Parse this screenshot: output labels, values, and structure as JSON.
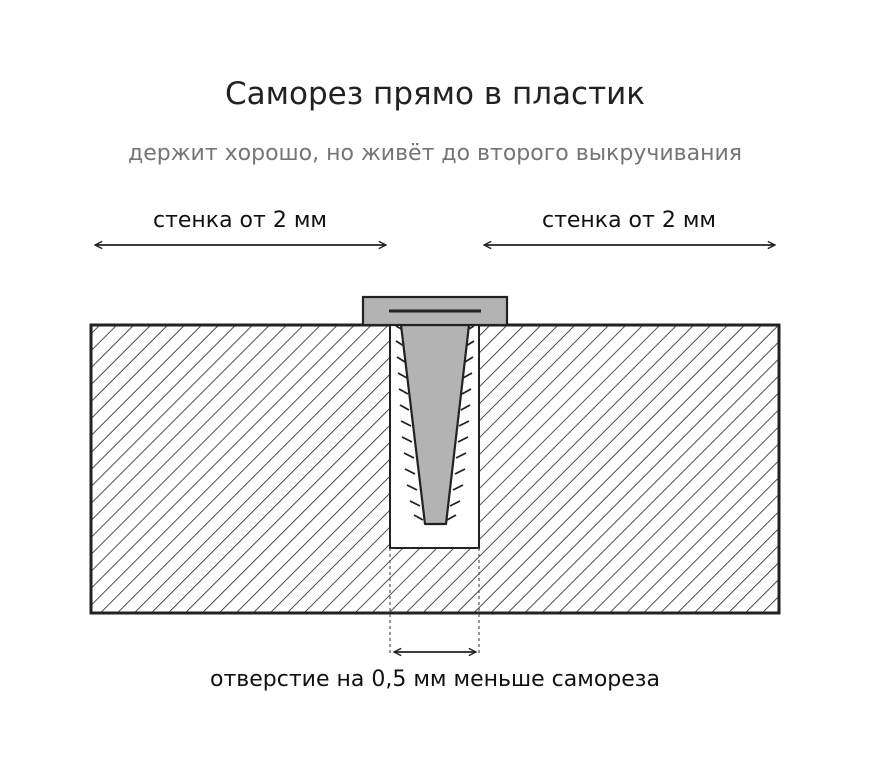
{
  "title": "Саморез прямо в пластик",
  "subtitle": "держит хорошо, но живёт до второго выкручивания",
  "dimensions": {
    "left_wall_label": "стенка от 2 мм",
    "right_wall_label": "стенка от 2 мм",
    "hole_label": "отверстие на 0,5 мм меньше самореза"
  },
  "colors": {
    "ink": "#222222",
    "muted": "#757575",
    "screw_fill": "#b3b3b3",
    "plastic_fill": "#ffffff"
  }
}
